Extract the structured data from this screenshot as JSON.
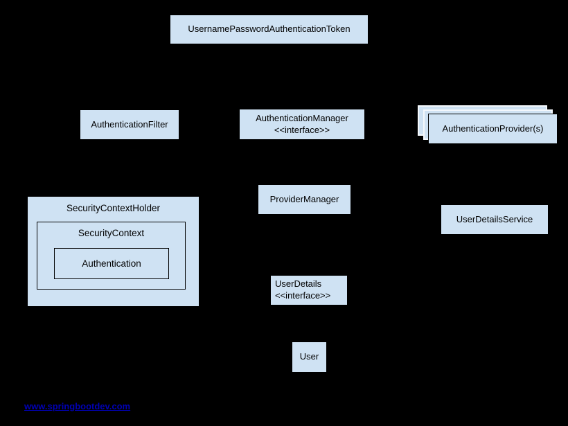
{
  "colors": {
    "background": "#000000",
    "box_fill": "#cfe2f3",
    "box_border": "#000000",
    "stack_sheet_border": "#f4f8fc",
    "link_color": "#0000b4",
    "text_color": "#000000"
  },
  "nodes": {
    "token": {
      "label": "UsernamePasswordAuthenticationToken"
    },
    "filter": {
      "label": "AuthenticationFilter"
    },
    "auth_manager": {
      "label": "AuthenticationManager",
      "stereotype": "<<interface>>"
    },
    "provider": {
      "label": "AuthenticationProvider(s)"
    },
    "provider_manager": {
      "label": "ProviderManager"
    },
    "user_details_service": {
      "label": "UserDetailsService"
    },
    "security_context_holder": {
      "label": "SecurityContextHolder"
    },
    "security_context": {
      "label": "SecurityContext"
    },
    "authentication": {
      "label": "Authentication"
    },
    "user_details": {
      "label": "UserDetails",
      "stereotype": "<<interface>>"
    },
    "user": {
      "label": "User"
    }
  },
  "footer": {
    "link_text": "www.springbootdev.com"
  }
}
